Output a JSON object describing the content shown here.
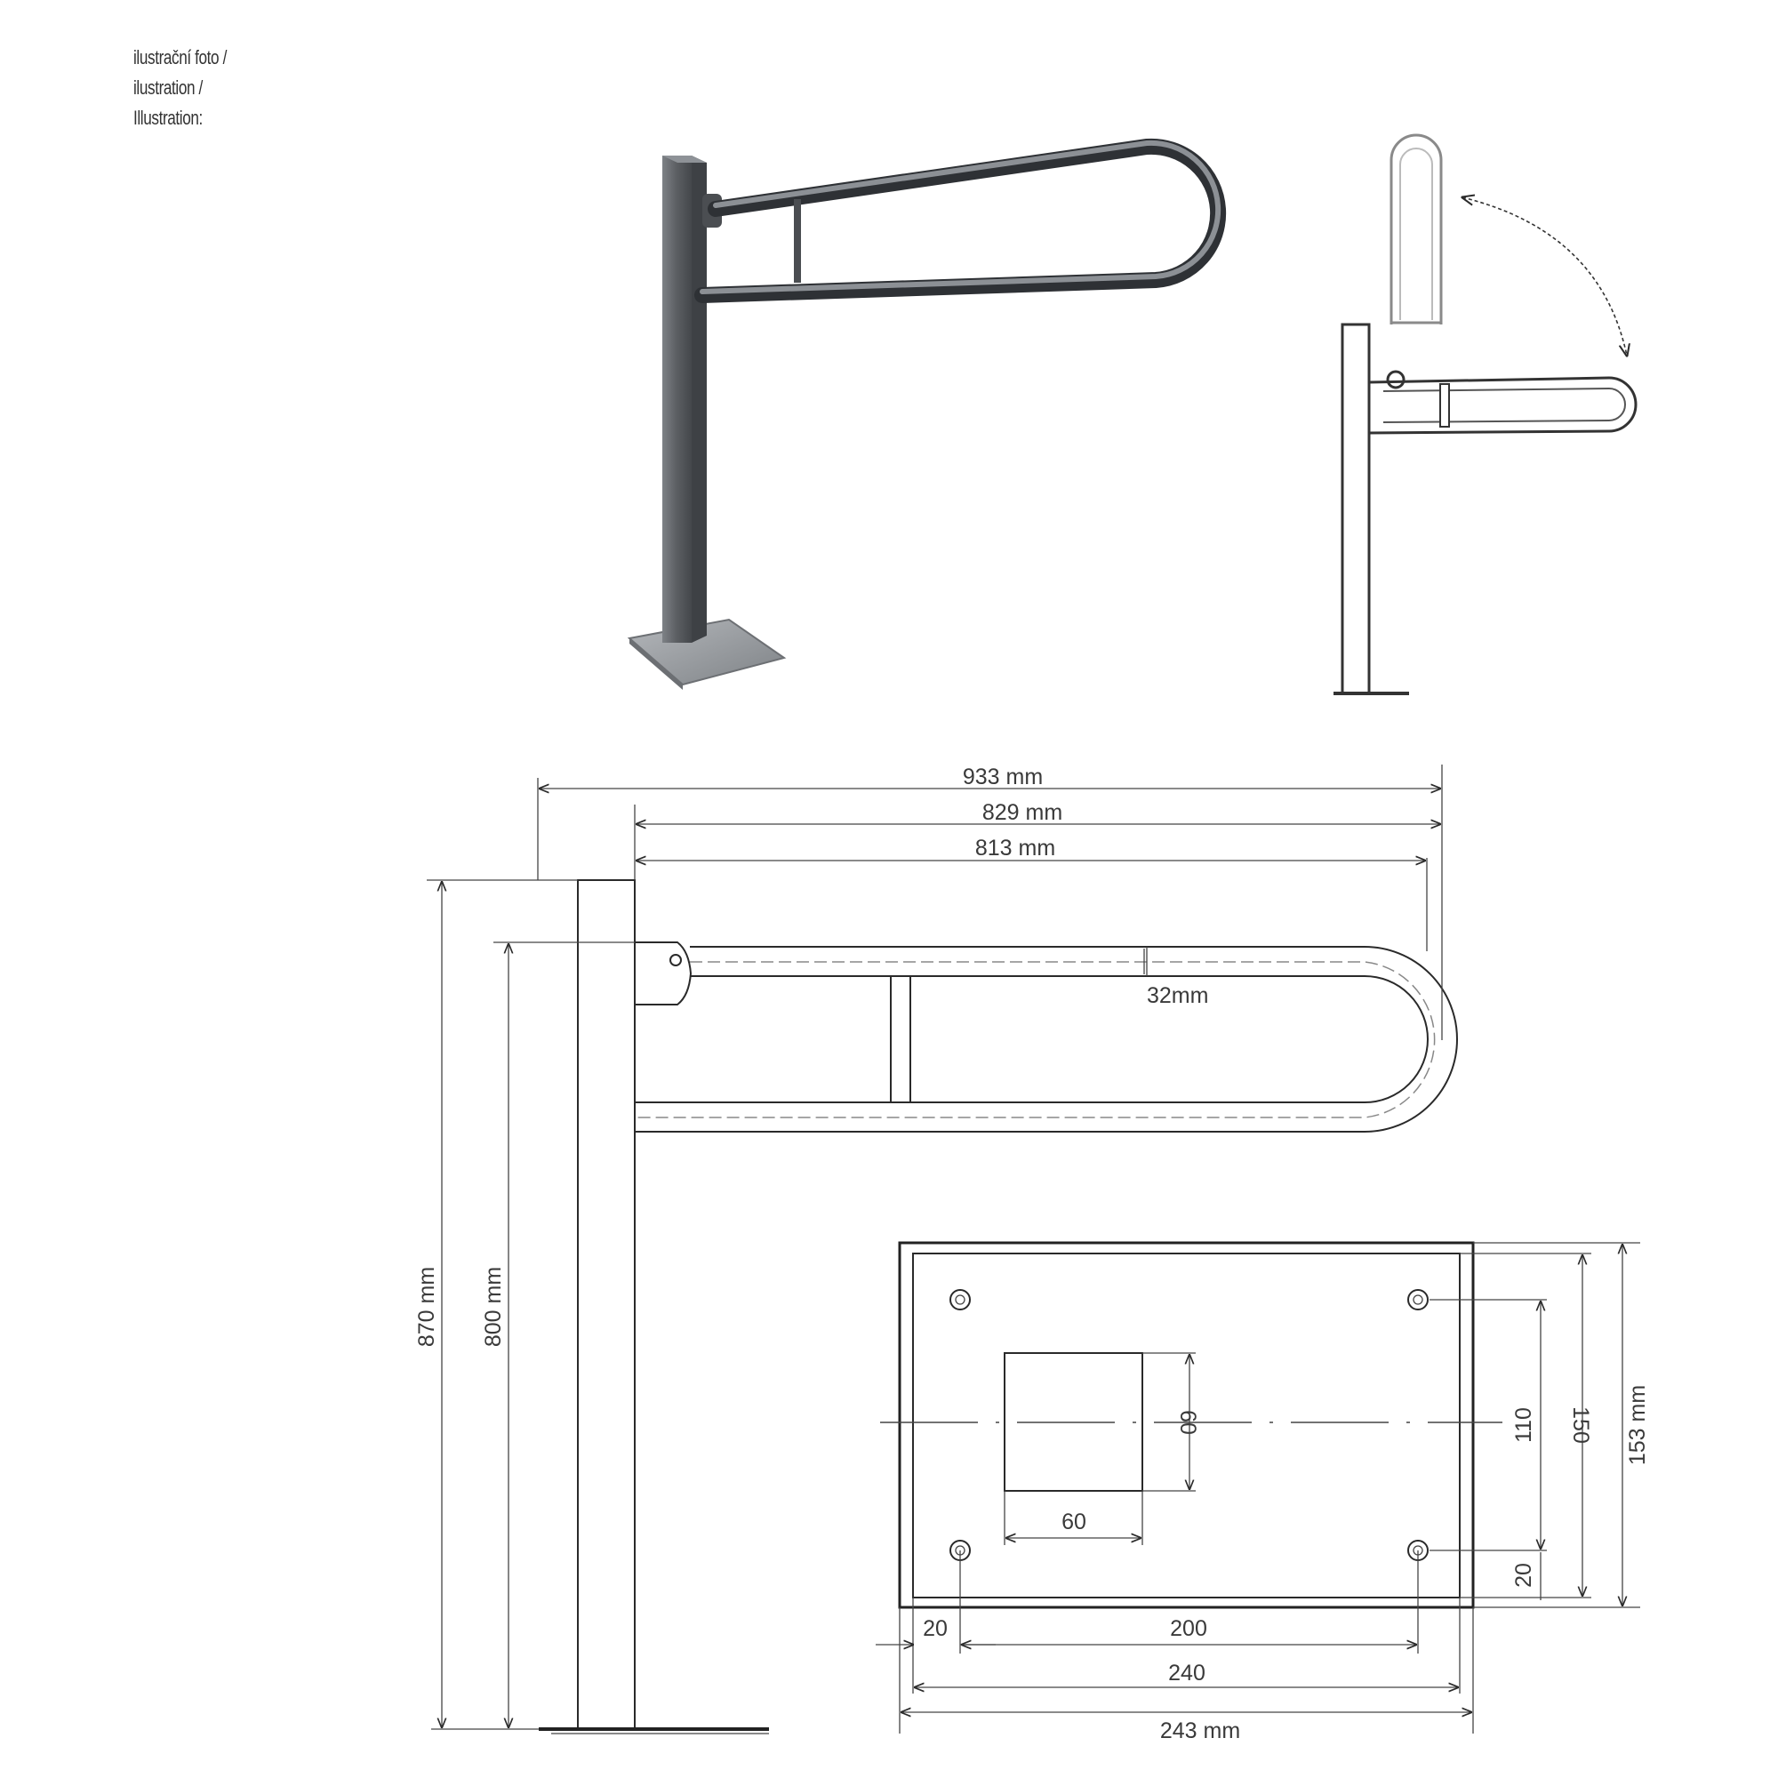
{
  "caption": {
    "line1": "ilustrační foto /",
    "line2": "ilustration /",
    "line3": "Illustration:"
  },
  "dimensions": {
    "overall_length": "933 mm",
    "rail_length": "829 mm",
    "grip_length": "813 mm",
    "tube_diameter": "32mm",
    "total_height": "870 mm",
    "rail_height": "800 mm",
    "square_height": "60",
    "square_width": "60",
    "hole_vertical_spacing": "110",
    "plate_inner_height": "150",
    "plate_height": "153 mm",
    "hole_edge_offset_vertical": "20",
    "hole_edge_offset_horizontal": "20",
    "hole_horizontal_spacing": "200",
    "plate_inner_width": "240",
    "plate_width": "243 mm"
  },
  "colors": {
    "metal_dark": "#5c5f63",
    "metal_light": "#9ca0a5",
    "line": "#2a2a2a"
  }
}
